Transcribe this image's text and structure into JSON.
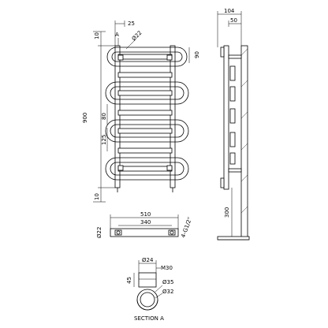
{
  "front": {
    "top_offset": "25",
    "section_marker": "A",
    "pipe_dia": "Ø22",
    "dim_top": "10",
    "dim_bottom": "10",
    "height_total": "900",
    "spacing_80": "80",
    "spacing_125": "125",
    "rail_gap": "90"
  },
  "side": {
    "depth_total": "104",
    "depth_50": "50",
    "floor_height": "300"
  },
  "bottom": {
    "width_total": "510",
    "centres": "340",
    "pipe_dia": "Ø22",
    "thread": "4-G1/2\""
  },
  "section": {
    "dia_24": "Ø24",
    "thread_m30": "M30",
    "height_45": "45",
    "dia_35": "Ø35",
    "dia_32": "Ø32",
    "title": "SECTION A"
  }
}
